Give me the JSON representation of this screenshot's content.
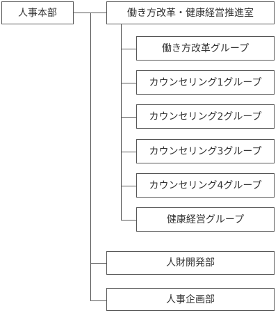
{
  "org_chart": {
    "root": {
      "label": "人事本部"
    },
    "children": [
      {
        "label": "働き方改革・健康経営推進室",
        "children": [
          {
            "label": "働き方改革グループ"
          },
          {
            "label": "カウンセリング1グループ"
          },
          {
            "label": "カウンセリング2グループ"
          },
          {
            "label": "カウンセリング3グループ"
          },
          {
            "label": "カウンセリング4グループ"
          },
          {
            "label": "健康経営グループ"
          }
        ]
      },
      {
        "label": "人財開発部"
      },
      {
        "label": "人事企画部"
      }
    ]
  },
  "colors": {
    "line": "#555555",
    "box_border": "#555555",
    "text": "#333333",
    "background": "#ffffff"
  }
}
